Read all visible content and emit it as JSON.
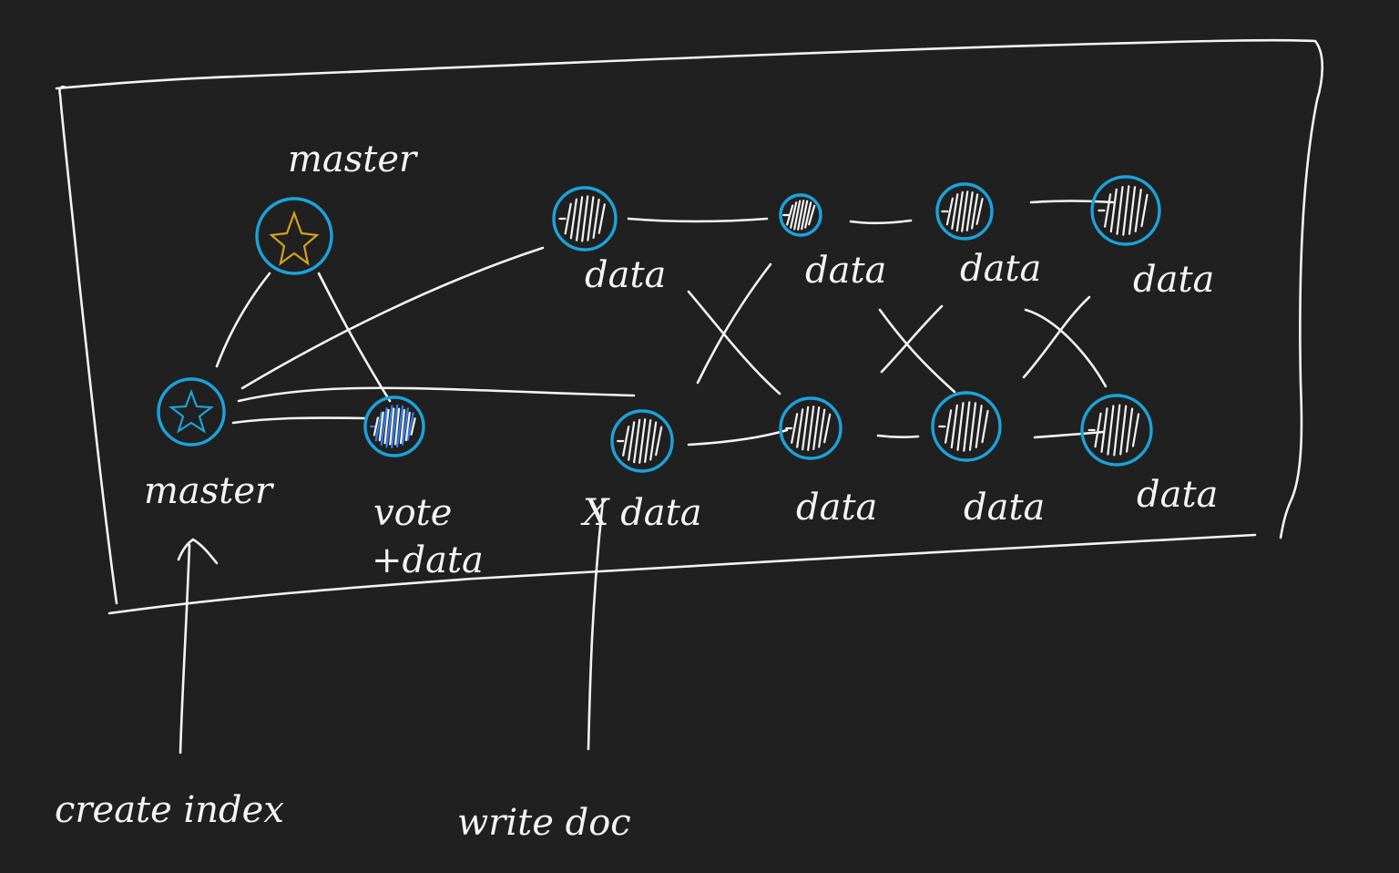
{
  "colors": {
    "background": "#202020",
    "ink": "#f4f4f4",
    "node_ring": "#1aa3dc",
    "master_star_highlight": "#d6a21c",
    "master_star_local": "#1aa3dc",
    "vote_hatch": "#2f7ff0"
  },
  "labels": {
    "master_top": "master",
    "master_local": "master",
    "vote_line1": "vote",
    "vote_line2": "+data",
    "data": "data",
    "x_data": "X data",
    "create_index": "create index",
    "write_doc": "write doc"
  },
  "nodes": [
    {
      "id": "master-top",
      "role": "master",
      "icon": "star-icon"
    },
    {
      "id": "master-local",
      "role": "master",
      "icon": "star-icon"
    },
    {
      "id": "vote-data",
      "role": "vote+data",
      "icon": "hatched-circle-icon"
    },
    {
      "id": "data-top-1",
      "role": "data",
      "icon": "hatched-circle-icon"
    },
    {
      "id": "data-top-2",
      "role": "data",
      "icon": "hatched-circle-icon"
    },
    {
      "id": "data-top-3",
      "role": "data",
      "icon": "hatched-circle-icon"
    },
    {
      "id": "data-top-4",
      "role": "data",
      "icon": "hatched-circle-icon"
    },
    {
      "id": "data-bottom-1",
      "role": "data",
      "icon": "hatched-circle-icon"
    },
    {
      "id": "data-bottom-2",
      "role": "data",
      "icon": "hatched-circle-icon"
    },
    {
      "id": "data-bottom-3",
      "role": "data",
      "icon": "hatched-circle-icon"
    },
    {
      "id": "data-bottom-4",
      "role": "data",
      "icon": "hatched-circle-icon"
    }
  ]
}
